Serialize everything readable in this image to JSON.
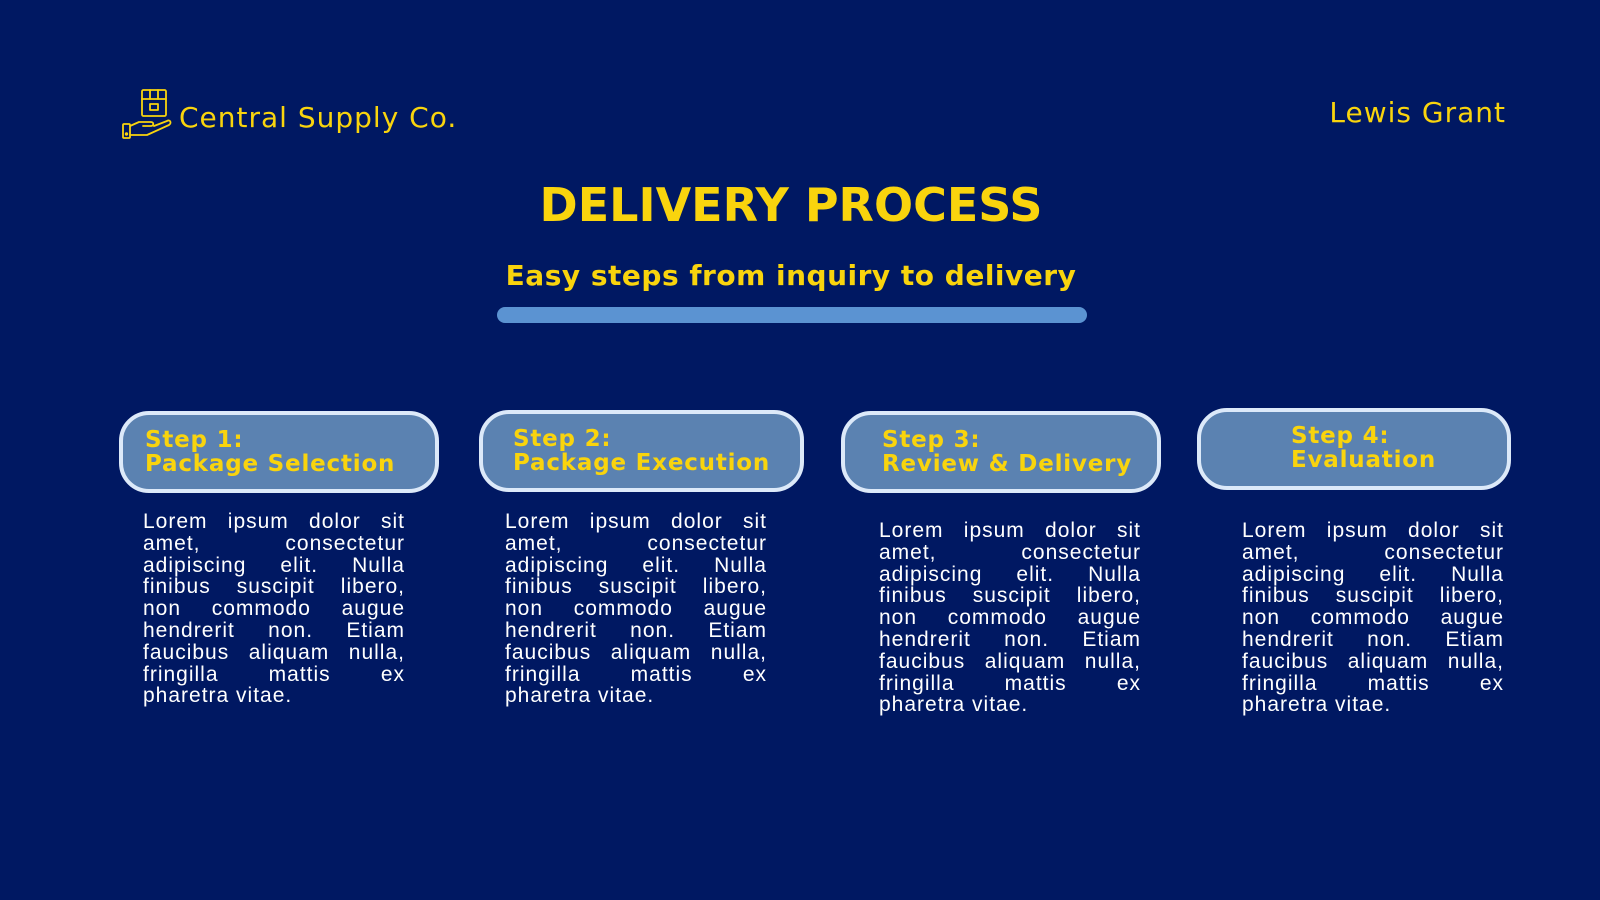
{
  "header": {
    "company": "Central Supply Co.",
    "presenter": "Lewis Grant",
    "logo_icon": "hand-holding-package-icon"
  },
  "title": "DELIVERY PROCESS",
  "subtitle": "Easy steps from inquiry to delivery",
  "colors": {
    "background": "#001862",
    "accent_yellow": "#f9d40d",
    "pill_fill": "#5b82b1",
    "pill_border": "#dce9f9",
    "underline": "#5b93d2"
  },
  "steps": [
    {
      "number": "Step 1:",
      "name": "Package Selection",
      "body": "Lorem ipsum dolor sit amet, consectetur adipiscing elit. Nulla finibus suscipit libero, non commodo augue hendrerit non. Etiam faucibus aliquam nulla, fringilla mattis ex pharetra vitae."
    },
    {
      "number": "Step 2:",
      "name": "Package Execution",
      "body": "Lorem ipsum dolor sit amet, consectetur adipiscing elit. Nulla finibus suscipit libero, non commodo augue hendrerit non. Etiam faucibus aliquam nulla, fringilla mattis ex pharetra vitae."
    },
    {
      "number": "Step 3:",
      "name": "Review & Delivery",
      "body": "Lorem ipsum dolor sit amet, consectetur adipiscing elit. Nulla finibus suscipit libero, non commodo augue hendrerit non. Etiam faucibus aliquam nulla, fringilla mattis ex pharetra vitae."
    },
    {
      "number": "Step 4:",
      "name": "Evaluation",
      "body": "Lorem ipsum dolor sit amet, consectetur adipiscing elit. Nulla finibus suscipit libero, non commodo augue hendrerit non. Etiam faucibus aliquam nulla, fringilla mattis ex pharetra vitae."
    }
  ]
}
